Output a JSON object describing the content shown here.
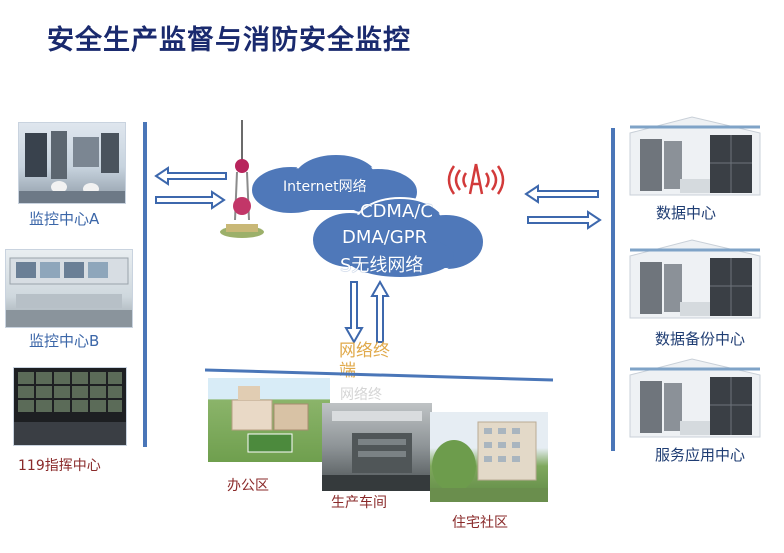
{
  "title": "安全生产监督与消防安全监控",
  "left": {
    "center_a": "监控中心A",
    "center_b": "监控中心B",
    "command": "119指挥中心"
  },
  "network": {
    "internet": "Internet网络",
    "wireless_line1": "CDMA/C",
    "wireless_line2": "DMA/GPR",
    "wireless_line3": "S无线网络",
    "terminal_line1": "网络终",
    "terminal_line2": "端",
    "faded_text": "网络终"
  },
  "bottom": {
    "office": "办公区",
    "workshop": "生产车间",
    "residential": "住宅社区"
  },
  "right": {
    "data_center": "数据中心",
    "backup_center": "数据备份中心",
    "service_center": "服务应用中心"
  },
  "colors": {
    "accent_blue": "#4a76b8",
    "cloud_blue": "#4f78b9",
    "title_navy": "#1a2a6e",
    "terminal_orange": "#e0a94a",
    "signal_red": "#d23a3a"
  }
}
